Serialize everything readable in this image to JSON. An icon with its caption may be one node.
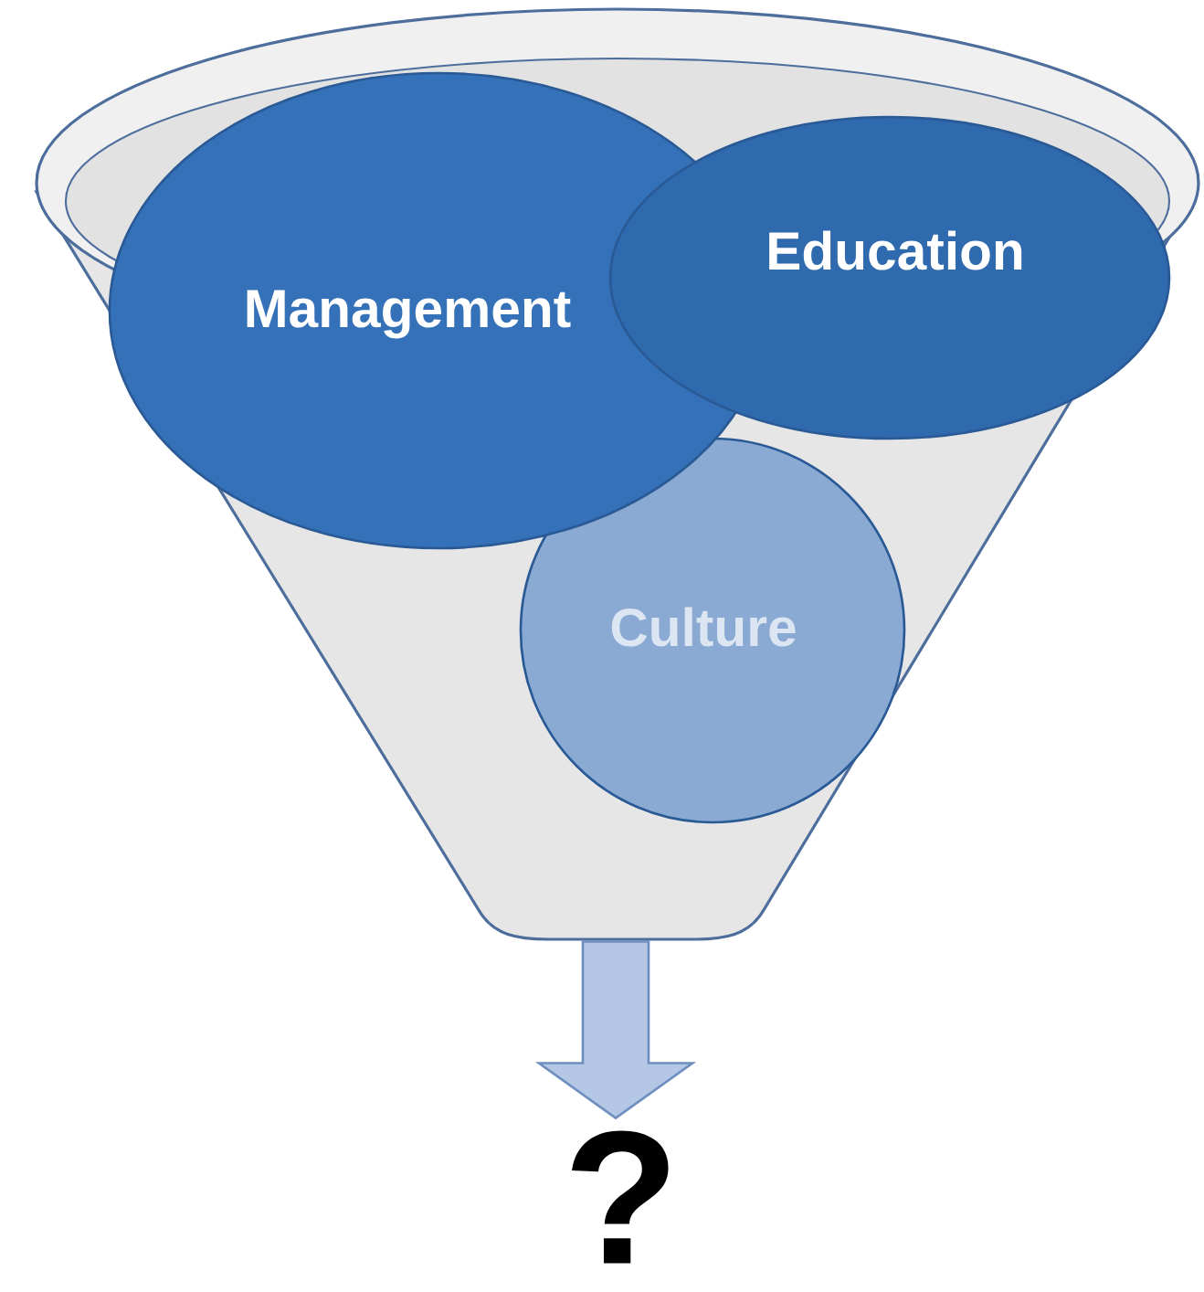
{
  "diagram": {
    "nodes": [
      {
        "text": [],
        "shape": "funnel"
      },
      {
        "text": [
          "Management"
        ],
        "in": 0
      },
      {
        "text": [
          "Education"
        ],
        "in": 0
      },
      {
        "text": [
          "Culture"
        ],
        "in": 0
      },
      {
        "text": [
          "?"
        ]
      }
    ],
    "edges": [
      {
        "from": 0,
        "to": 4,
        "arrow": "to"
      }
    ]
  }
}
